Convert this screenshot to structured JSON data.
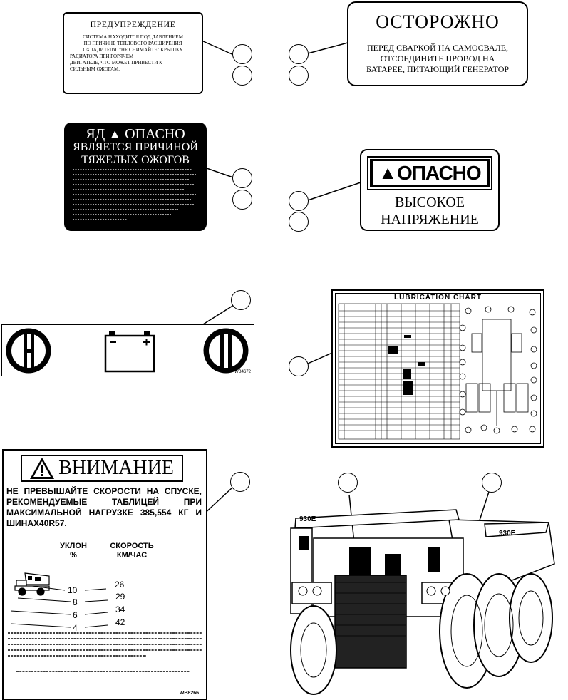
{
  "decal1": {
    "title": "ПРЕДУПРЕЖДЕНИЕ",
    "lines": [
      "СИСТЕМА НАХОДИТСЯ ПОД ДАВЛЕНИЕМ",
      "ПО ПРИЧИНЕ ТЕПЛОВОГО РАСШИРЕНИЯ",
      "ОХЛАДИТЕЛЯ. \"НЕ СНИМАЙТЕ\" КРЫШКУ",
      "РАДИАТОРА ПРИ ГОРЯЧЕМ",
      "ДВИГАТЕЛЕ, ЧТО МОЖЕТ ПРИВЕСТИ К",
      "СИЛЬНЫМ ОЖОГАМ."
    ]
  },
  "decal2": {
    "title": "ОСТОРОЖНО",
    "lines": [
      "ПЕРЕД СВАРКОЙ НА САМОСВАЛЕ,",
      "ОТСОЕДИНИТЕ ПРОВОД НА",
      "БАТАРЕЕ, ПИТАЮЩИЙ ГЕНЕРАТОР"
    ]
  },
  "decal3": {
    "title_left": "ЯД",
    "title_right": "ОПАСНО",
    "sub1": "ЯВЛЯЕТСЯ ПРИЧИНОЙ",
    "sub2": "ТЯЖЕЛЫХ ОЖОГОВ"
  },
  "decal4": {
    "title": "ОПАСНО",
    "line1": "ВЫСОКОЕ",
    "line2": "НАПРЯЖЕНИЕ"
  },
  "decal5": {
    "code": "WB4672"
  },
  "decal6": {
    "title": "LUBRICATION CHART"
  },
  "decal7": {
    "title": "ВНИМАНИЕ",
    "intro": "НЕ ПРЕВЫШАЙТЕ СКОРОСТИ НА СПУСКЕ, РЕКОМЕНДУЕМЫЕ ТАБЛИЦЕЙ ПРИ МАКСИМАЛЬНОЙ НАГРУЗКЕ 385,554 КГ И ШИНАХ40R57.",
    "col1_header": "УКЛОН",
    "col1_unit": "%",
    "col2_header": "СКОРОСТЬ",
    "col2_unit": "КМ/ЧАС",
    "rows": [
      {
        "grade": "10",
        "speed": "26"
      },
      {
        "grade": "8",
        "speed": "29"
      },
      {
        "grade": "6",
        "speed": "34"
      },
      {
        "grade": "4",
        "speed": "42"
      }
    ],
    "code": "WB8266"
  },
  "truck": {
    "model_label_1": "930E",
    "model_label_2": "930E"
  }
}
